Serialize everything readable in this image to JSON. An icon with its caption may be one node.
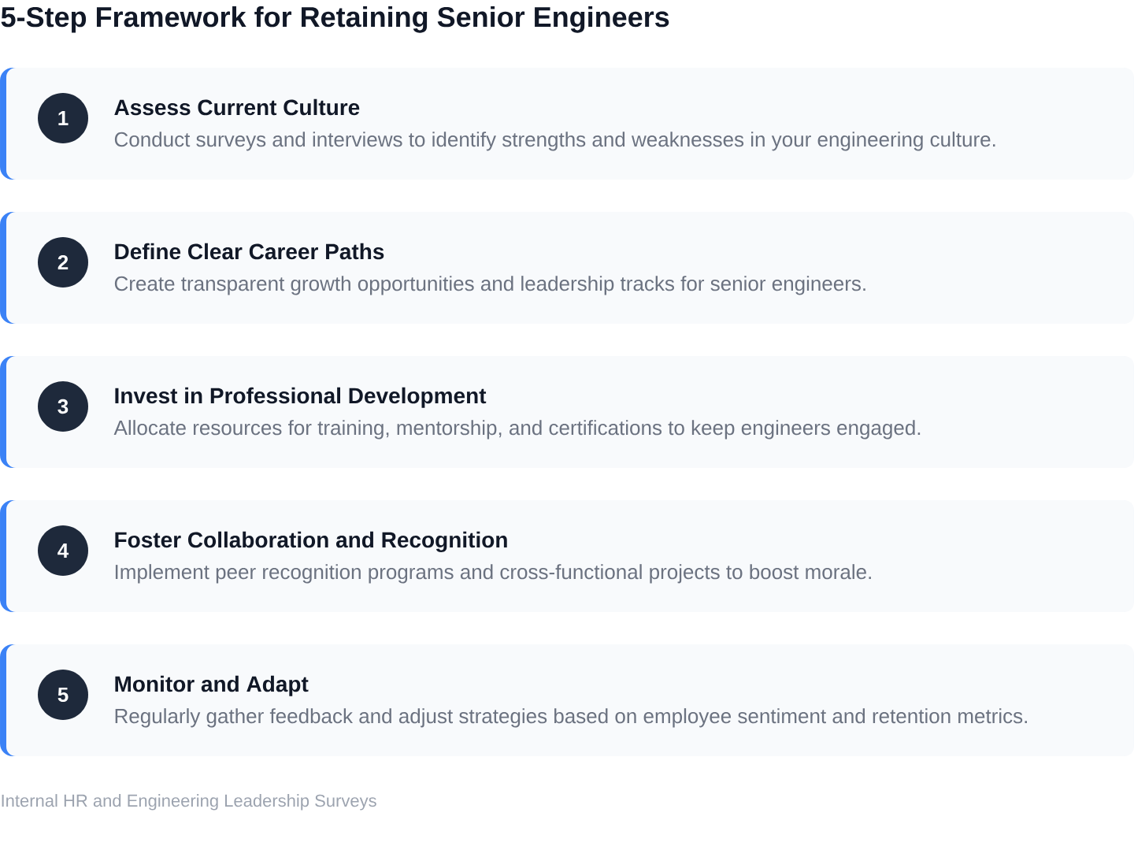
{
  "diagram": {
    "title": "5-Step Framework for Retaining Senior Engineers",
    "nodes": [
      {
        "text": [
          "Assess Current Culture",
          "Conduct surveys and interviews to identify strengths and weaknesses in your engineering culture."
        ]
      },
      {
        "text": [
          "1"
        ],
        "in": 0
      },
      {
        "text": [
          "Define Clear Career Paths",
          "Create transparent growth opportunities and leadership tracks for senior engineers."
        ]
      },
      {
        "text": [
          "2"
        ],
        "in": 2
      },
      {
        "text": [
          "Invest in Professional Development",
          "Allocate resources for training, mentorship, and certifications to keep engineers engaged."
        ]
      },
      {
        "text": [
          "3"
        ],
        "in": 4
      },
      {
        "text": [
          "Foster Collaboration and Recognition",
          "Implement peer recognition programs and cross-functional projects to boost morale."
        ]
      },
      {
        "text": [
          "4"
        ],
        "in": 6
      },
      {
        "text": [
          "Monitor and Adapt",
          "Regularly gather feedback and adjust strategies based on employee sentiment and retention metrics."
        ]
      },
      {
        "text": [
          "5"
        ],
        "in": 8
      }
    ],
    "labels": [
      "Internal HR and Engineering Leadership Surveys"
    ]
  }
}
